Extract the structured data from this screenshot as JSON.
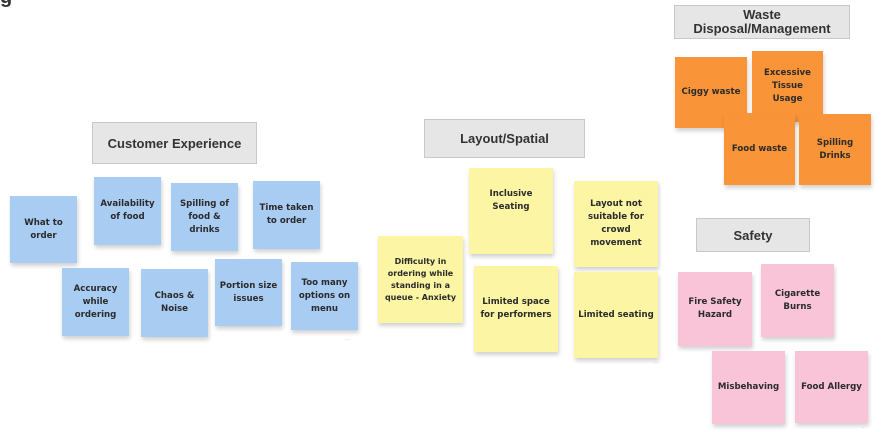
{
  "board": {
    "title_fragment": "g",
    "groups": {
      "customer_experience": {
        "title": "Customer Experience",
        "notes": [
          "What to order",
          "Availability of food",
          "Spilling of food & drinks",
          "Time taken to order",
          "Accuracy while ordering",
          "Chaos & Noise",
          "Portion size issues",
          "Too many options on menu"
        ]
      },
      "layout_spatial": {
        "title": "Layout/Spatial",
        "notes": [
          "Difficulty in ordering while standing in a queue - Anxiety",
          "Inclusive Seating",
          "Layout not suitable for crowd movement",
          "Limited space for performers",
          "Limited seating"
        ]
      },
      "waste": {
        "title": "Waste Disposal/Management",
        "notes": [
          "Ciggy waste",
          "Excessive Tissue Usage",
          "Food waste",
          "Spilling Drinks"
        ]
      },
      "safety": {
        "title": "Safety",
        "notes": [
          "Fire Safety Hazard",
          "Cigarette Burns",
          "Misbehaving",
          "Food Allergy"
        ]
      }
    },
    "colors": {
      "customer_experience": "#a9ccf3",
      "layout_spatial": "#fbf5a4",
      "waste": "#f99438",
      "safety": "#f9c3d8",
      "header_bg": "#e6e6e6"
    }
  }
}
